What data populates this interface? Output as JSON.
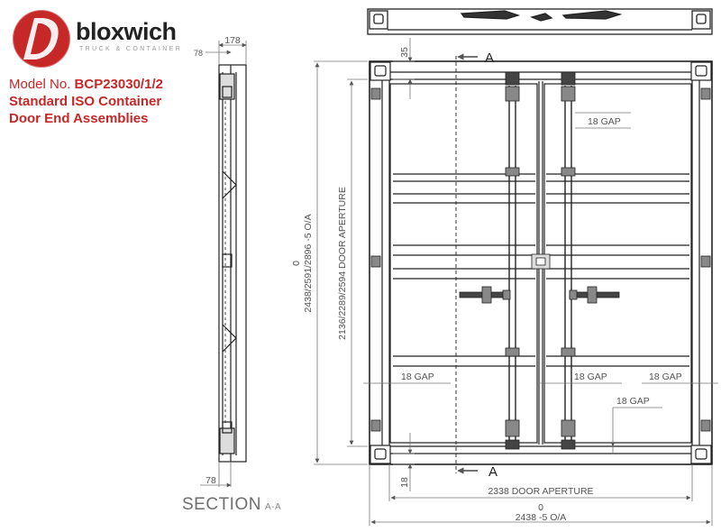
{
  "brand": {
    "name": "bloxwich",
    "tagline": "TRUCK & CONTAINER",
    "color": "#c62828"
  },
  "title": {
    "model_prefix": "Model No. ",
    "model_number": "BCP23030/1/2",
    "line2": "Standard ISO Container",
    "line3": "Door End Assemblies"
  },
  "section": {
    "label": "SECTION",
    "suffix": "A-A"
  },
  "dimensions": {
    "side_top_178": "178",
    "side_top_78": "78",
    "side_bottom_78": "78",
    "top_35": "35",
    "bottom_18": "18",
    "gap_upper": "18 GAP",
    "gap_mid_left": "18 GAP",
    "gap_mid_center": "18 GAP",
    "gap_mid_right": "18 GAP",
    "gap_lower": "18 GAP",
    "left_zero": "0",
    "left_overall": "2438/2591/2896 -5 O/A",
    "left_aperture": "2136/2289/2594 DOOR APERTURE",
    "bottom_aperture": "2338 DOOR APERTURE",
    "bottom_zero": "0",
    "bottom_overall": "2438 -5 O/A"
  },
  "section_markers": {
    "top": "A",
    "bottom": "A"
  }
}
